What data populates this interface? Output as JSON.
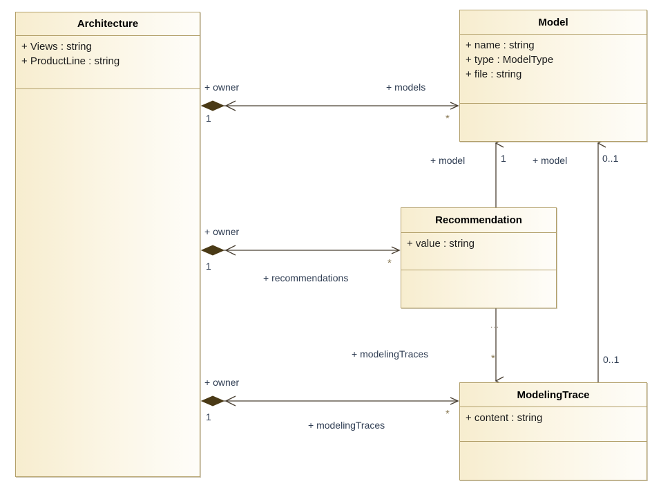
{
  "diagram": {
    "kind": "uml-class-diagram",
    "background": "#ffffff",
    "class_fill": "#faf2dd",
    "class_border": "#b3a06a",
    "line_color": "#4a4033",
    "diamond_color": "#4a3a16",
    "label_color": "#2e3c52"
  },
  "classes": {
    "architecture": {
      "name": "Architecture",
      "attributes": [
        "+ Views : string",
        "+ ProductLine : string"
      ],
      "operations": []
    },
    "model": {
      "name": "Model",
      "attributes": [
        "+ name : string",
        "+ type : ModelType",
        "+ file : string"
      ],
      "operations": []
    },
    "recommendation": {
      "name": "Recommendation",
      "attributes": [
        "+ value : string"
      ],
      "operations": []
    },
    "modelingtrace": {
      "name": "ModelingTrace",
      "attributes": [
        "+ content : string"
      ],
      "operations": []
    }
  },
  "associations": {
    "arch_model": {
      "source_role": "+ owner",
      "source_mult": "1",
      "target_role": "+ models",
      "target_mult": "*"
    },
    "arch_recommendation": {
      "source_role": "+ owner",
      "source_mult": "1",
      "target_role": "+ recommendations",
      "target_mult": "*"
    },
    "arch_modelingtrace": {
      "source_role": "+ owner",
      "source_mult": "1",
      "target_role": "+ modelingTraces",
      "target_mult": "*"
    },
    "recommendation_model": {
      "target_role": "+ model",
      "target_mult": "1"
    },
    "modelingtrace_model": {
      "target_role": "+ model",
      "target_mult": "0..1"
    },
    "recommendation_modelingtrace": {
      "target_role": "+ modelingTraces",
      "target_mult": "*",
      "source_mult": "..."
    },
    "modelingtrace_right": {
      "source_mult": "0..1"
    }
  }
}
